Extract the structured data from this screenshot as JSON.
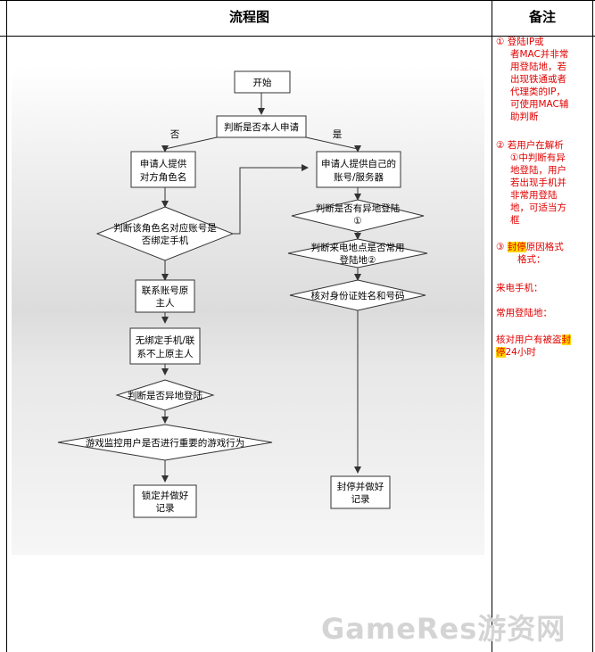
{
  "header": {
    "col_flow": "流程图",
    "col_notes": "备注"
  },
  "flowchart": {
    "start": "开始",
    "q_self": "判断是否本人申请",
    "no_label": "否",
    "yes_label": "是",
    "left_provide": [
      "申请人提供",
      "对方角色名"
    ],
    "left_bind_q": [
      "判断该角色名对应账号是",
      "否绑定手机"
    ],
    "contact": [
      "联系账号原",
      "主人"
    ],
    "no_bind": [
      "无绑定手机/联",
      "系不上原主人"
    ],
    "left_remote_q": "判断是否异地登陆",
    "monitor_q": "游戏监控用户是否进行重要的游戏行为",
    "lock": [
      "锁定并做好",
      "记录"
    ],
    "right_provide": [
      "申请人提供自己的",
      "账号/服务器"
    ],
    "right_remote_q": [
      "判断是否有异地登陆",
      "①"
    ],
    "right_caller_q": [
      "判断来电地点是否常用",
      "登陆地②"
    ],
    "verify_id": "核对身份证姓名和号码",
    "ban": [
      "封停并做好",
      "记录"
    ]
  },
  "notes": {
    "n1": [
      "① 登陆IP或",
      "者MAC并非常",
      "用登陆地，若",
      "出现铁通或者",
      "代理类的IP，",
      "可使用MAC辅",
      "助判断"
    ],
    "n2": [
      "② 若用户在解析",
      "①中判断有异",
      "地登陆，用户",
      "若出现手机并",
      "非常用登陆",
      "地，可适当方",
      "框"
    ],
    "n3_num": "③",
    "n3_hl": "封停",
    "n3_rest": "原因格式",
    "n3_line2": "格式：",
    "n4": "来电手机：",
    "n5": "常用登陆地：",
    "n6_pre": "核对用户有被盗",
    "n6_hl1": "封",
    "n6_hl2": "停",
    "n6_post": "24小时"
  },
  "watermark": "GameRes游资网",
  "colors": {
    "note_text": "#e00000",
    "highlight": "#ffd800",
    "box_border": "#333333"
  }
}
